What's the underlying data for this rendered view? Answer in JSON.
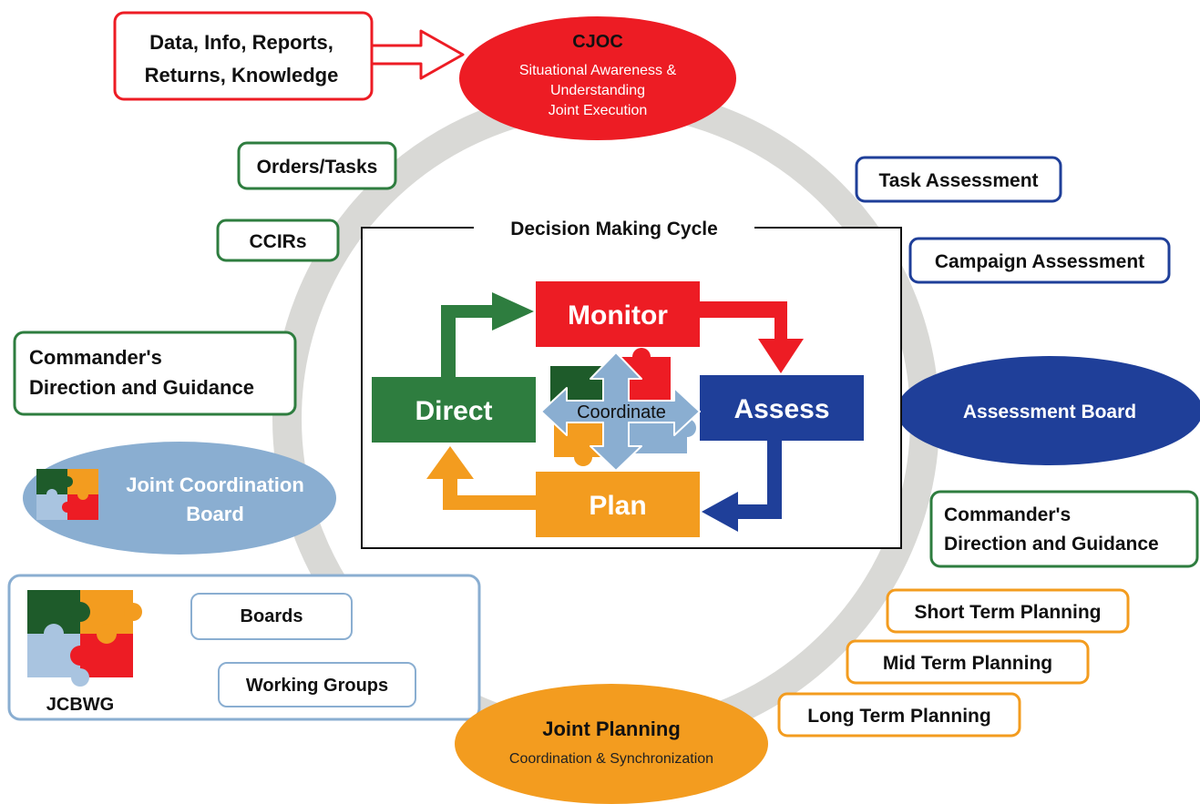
{
  "colors": {
    "red": "#ed1c24",
    "green": "#2e7d3f",
    "blue": "#1f3f99",
    "orange": "#f39c1f",
    "light_blue": "#8aaed1",
    "ring_gray": "#d9d9d6",
    "dark_green_piece": "#1e5b2a"
  },
  "cjoc": {
    "title": "CJOC",
    "line1": "Situational Awareness &",
    "line2": "Understanding",
    "line3": "Joint Execution"
  },
  "inputs": {
    "line1": "Data, Info, Reports,",
    "line2": "Returns, Knowledge"
  },
  "left_labels": {
    "orders": "Orders/Tasks",
    "ccirs": "CCIRs",
    "cmd_line1": "Commander's",
    "cmd_line2": "Direction and Guidance"
  },
  "right_labels": {
    "task_assessment": "Task Assessment",
    "campaign_assessment": "Campaign Assessment",
    "cmd_line1": "Commander's",
    "cmd_line2": "Direction and Guidance",
    "short_term": "Short Term Planning",
    "mid_term": "Mid Term Planning",
    "long_term": "Long Term Planning"
  },
  "assessment_board": "Assessment Board",
  "jcb": {
    "line1": "Joint Coordination",
    "line2": "Board"
  },
  "jcbwg": {
    "label": "JCBWG",
    "boards": "Boards",
    "working_groups": "Working Groups"
  },
  "joint_planning": {
    "title": "Joint Planning",
    "subtitle": "Coordination & Synchronization"
  },
  "cycle": {
    "title": "Decision Making Cycle",
    "monitor": "Monitor",
    "assess": "Assess",
    "plan": "Plan",
    "direct": "Direct",
    "coordinate": "Coordinate"
  },
  "icons": [
    "puzzle-icon"
  ]
}
